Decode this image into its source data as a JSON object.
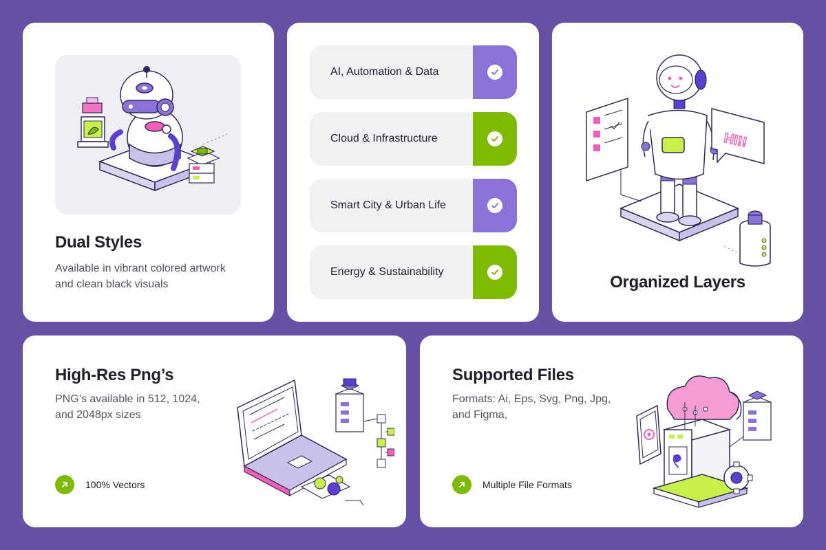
{
  "colors": {
    "background": "#6651A6",
    "card": "#FFFFFF",
    "purple_accent": "#8A72D6",
    "green_accent": "#7DBA00",
    "pill_bg": "#F1F1F4"
  },
  "dual_styles": {
    "title": "Dual Styles",
    "description_line1": "Available in vibrant colored artwork",
    "description_line2": "and clean black visuals",
    "illustration": "robot-icon"
  },
  "topics": {
    "items": [
      {
        "label": "AI, Automation & Data",
        "accent": "purple",
        "icon": "check-icon"
      },
      {
        "label": "Cloud & Infrastructure",
        "accent": "green",
        "icon": "check-icon"
      },
      {
        "label": "Smart City & Urban Life",
        "accent": "purple",
        "icon": "check-icon"
      },
      {
        "label": "Energy & Sustainability",
        "accent": "green",
        "icon": "check-icon"
      }
    ]
  },
  "organized_layers": {
    "title": "Organized Layers",
    "speech_text": "HI!!",
    "illustration": "robot-greeting-icon"
  },
  "high_res": {
    "title": "High-Res Png’s",
    "description_line1": "PNG’s available in 512, 1024,",
    "description_line2": "and 2048px sizes",
    "badge_label": "100% Vectors",
    "badge_icon": "arrow-up-right-icon",
    "illustration": "laptop-server-icon"
  },
  "supported_files": {
    "title": "Supported Files",
    "description_line1": "Formats: Ai, Eps, Svg, Png, Jpg,",
    "description_line2": "and Figma,",
    "badge_label": "Multiple File Formats",
    "badge_icon": "arrow-up-right-icon",
    "illustration": "cloud-server-icon"
  }
}
